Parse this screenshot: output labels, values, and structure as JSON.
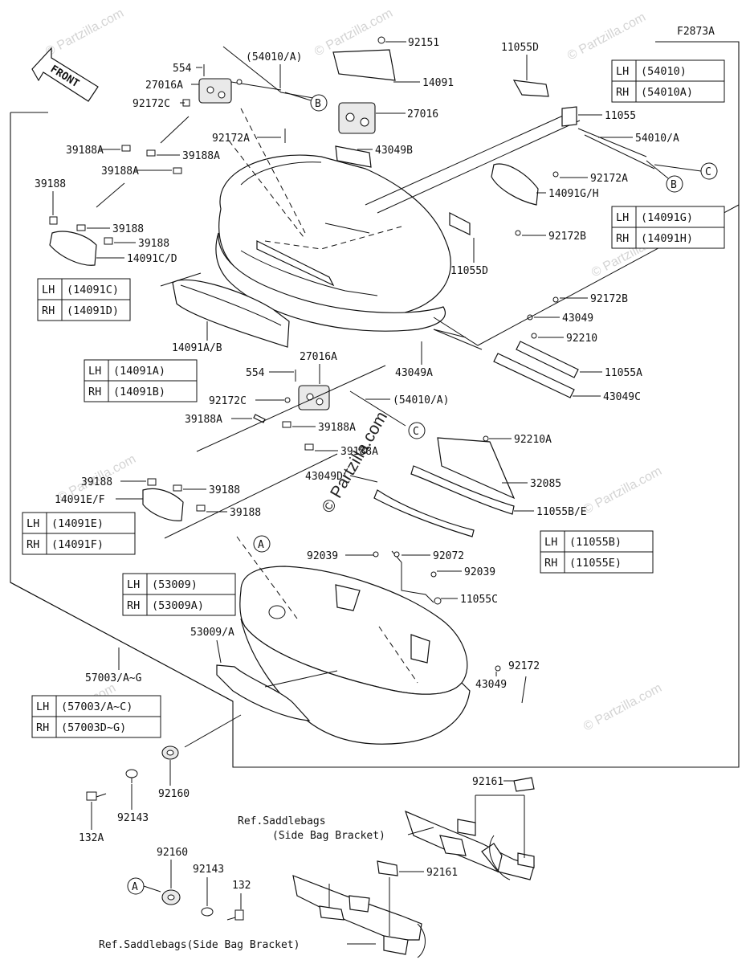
{
  "figure_code": "F2873A",
  "front_label": "FRONT",
  "watermark": "© Partzilla.com",
  "callouts": {
    "p92151": "92151",
    "p14091": "14091",
    "p27016": "27016",
    "p43049B": "43049B",
    "p554a": "554",
    "p27016A_top": "27016A",
    "p92172C_top": "92172C",
    "p54010A_top": "(54010/A)",
    "p92172A_top": "92172A",
    "p39188A_1": "39188A",
    "p39188A_2": "39188A",
    "p39188A_3": "39188A",
    "p39188_t1": "39188",
    "p39188_t2": "39188",
    "p39188_t3": "39188",
    "p14091CD": "14091C/D",
    "p11055D_top": "11055D",
    "p11055": "11055",
    "p54010A_r": "54010/A",
    "p92172A_r": "92172A",
    "p14091GH": "14091G/H",
    "p92172B_r": "92172B",
    "p11055D_mid": "11055D",
    "p92172B_2": "92172B",
    "p43049_a": "43049",
    "p92210": "92210",
    "p11055A": "11055A",
    "p43049C": "43049C",
    "p14091AB": "14091A/B",
    "p43049A": "43049A",
    "p554b": "554",
    "p27016A_mid": "27016A",
    "p92172C_mid": "92172C",
    "p54010A_mid": "(54010/A)",
    "p39188A_4": "39188A",
    "p39188A_5": "39188A",
    "p39188A_6": "39188A",
    "p92210A": "92210A",
    "p43049D": "43049D",
    "p32085": "32085",
    "p11055BE": "11055B/E",
    "p39188_m1": "39188",
    "p39188_m2": "39188",
    "p39188_m3": "39188",
    "p14091EF": "14091E/F",
    "p92039_a": "92039",
    "p92072": "92072",
    "p92039_b": "92039",
    "p11055C": "11055C",
    "p53009A": "53009/A",
    "p43049_b": "43049",
    "p92172": "92172",
    "p57003AG": "57003/A~G",
    "p92160_a": "92160",
    "p92143_a": "92143",
    "p132A": "132A",
    "p92161_a": "92161",
    "p92161_b": "92161",
    "p92160_b": "92160",
    "p92143_b": "92143",
    "p132": "132",
    "ref1_line1": "Ref.Saddlebags",
    "ref1_line2": "(Side Bag Bracket)",
    "ref2": "Ref.Saddlebags(Side Bag Bracket)"
  },
  "markers": {
    "A1": "A",
    "A2": "A",
    "B1": "B",
    "B2": "B",
    "C1": "C",
    "C2": "C"
  },
  "tables": {
    "t54010": [
      [
        "LH",
        "(54010)"
      ],
      [
        "RH",
        "(54010A)"
      ]
    ],
    "t14091GH": [
      [
        "LH",
        "(14091G)"
      ],
      [
        "RH",
        "(14091H)"
      ]
    ],
    "t14091CD": [
      [
        "LH",
        "(14091C)"
      ],
      [
        "RH",
        "(14091D)"
      ]
    ],
    "t14091AB": [
      [
        "LH",
        "(14091A)"
      ],
      [
        "RH",
        "(14091B)"
      ]
    ],
    "t11055BE": [
      [
        "LH",
        "(11055B)"
      ],
      [
        "RH",
        "(11055E)"
      ]
    ],
    "t14091EF": [
      [
        "LH",
        "(14091E)"
      ],
      [
        "RH",
        "(14091F)"
      ]
    ],
    "t53009": [
      [
        "LH",
        "(53009)"
      ],
      [
        "RH",
        "(53009A)"
      ]
    ],
    "t57003": [
      [
        "LH",
        "(57003/A~C)"
      ],
      [
        "RH",
        "(57003D~G)"
      ]
    ]
  }
}
